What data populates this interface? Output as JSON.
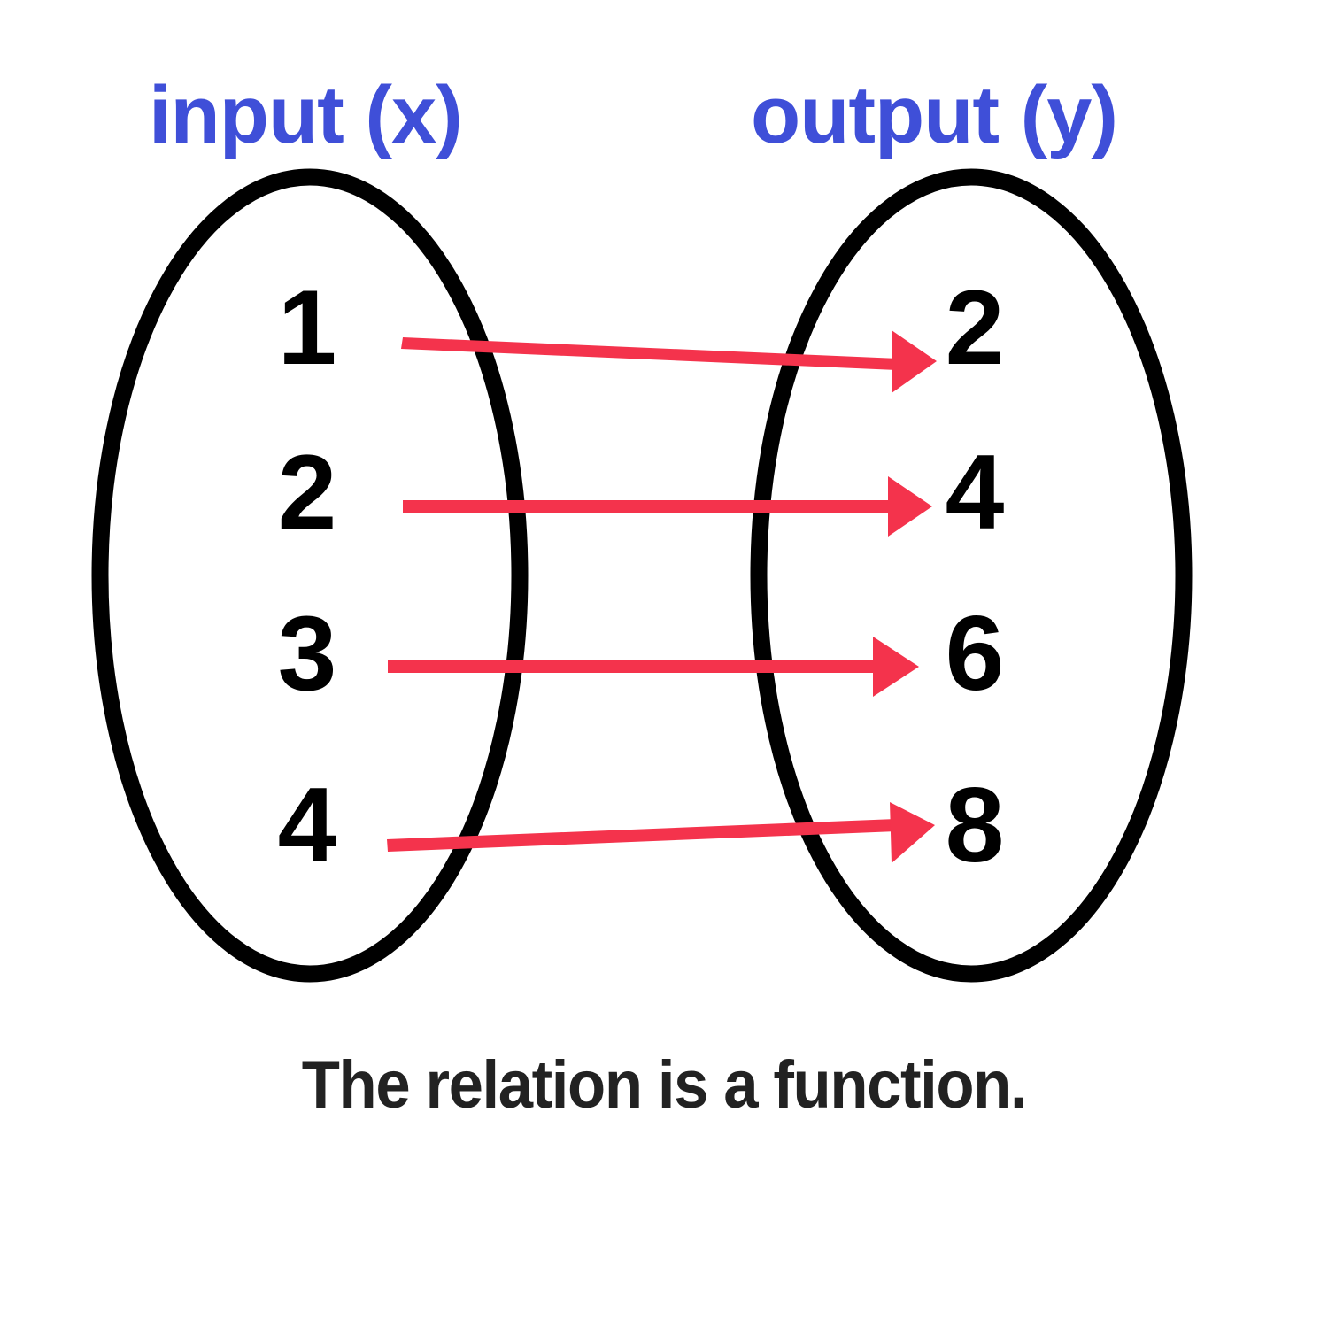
{
  "diagram": {
    "type": "mapping-diagram",
    "background_color": "#ffffff",
    "label_color": "#3f4fd8",
    "number_color": "#000000",
    "arrow_color": "#f4334c",
    "oval_stroke_color": "#000000",
    "caption_color": "#222222",
    "input_label": "input (x)",
    "output_label": "output (y)",
    "caption": "The relation is a function.",
    "input_values": [
      "1",
      "2",
      "3",
      "4"
    ],
    "output_values": [
      "2",
      "4",
      "6",
      "8"
    ],
    "mappings": [
      {
        "from": "1",
        "to": "2"
      },
      {
        "from": "2",
        "to": "4"
      },
      {
        "from": "3",
        "to": "6"
      },
      {
        "from": "4",
        "to": "8"
      }
    ]
  },
  "chart_data": {
    "type": "diagram",
    "title": "The relation is a function.",
    "xlabel": "input (x)",
    "ylabel": "output (y)",
    "categories": [
      "1",
      "2",
      "3",
      "4"
    ],
    "values": [
      2,
      4,
      6,
      8
    ],
    "pairs": [
      [
        1,
        2
      ],
      [
        2,
        4
      ],
      [
        3,
        6
      ],
      [
        4,
        8
      ]
    ],
    "legend": [],
    "grid": false,
    "annotations": [
      "The relation is a function."
    ]
  }
}
